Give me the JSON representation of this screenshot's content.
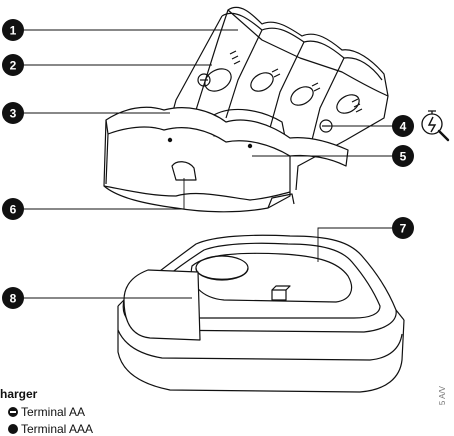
{
  "callouts": [
    {
      "id": 1,
      "label": "1"
    },
    {
      "id": 2,
      "label": "2"
    },
    {
      "id": 3,
      "label": "3"
    },
    {
      "id": 4,
      "label": "4"
    },
    {
      "id": 5,
      "label": "5"
    },
    {
      "id": 6,
      "label": "6"
    },
    {
      "id": 7,
      "label": "7"
    },
    {
      "id": 8,
      "label": "8"
    }
  ],
  "legend": {
    "title": "harger",
    "items": [
      {
        "label": "Terminal AA",
        "symbol": "minus-circle-icon"
      },
      {
        "label": "Terminal AAA",
        "symbol": "dot-icon"
      }
    ]
  },
  "side_note": "5 A/V",
  "colors": {
    "line": "#111111",
    "badge": "#111111",
    "fill": "#ffffff"
  }
}
